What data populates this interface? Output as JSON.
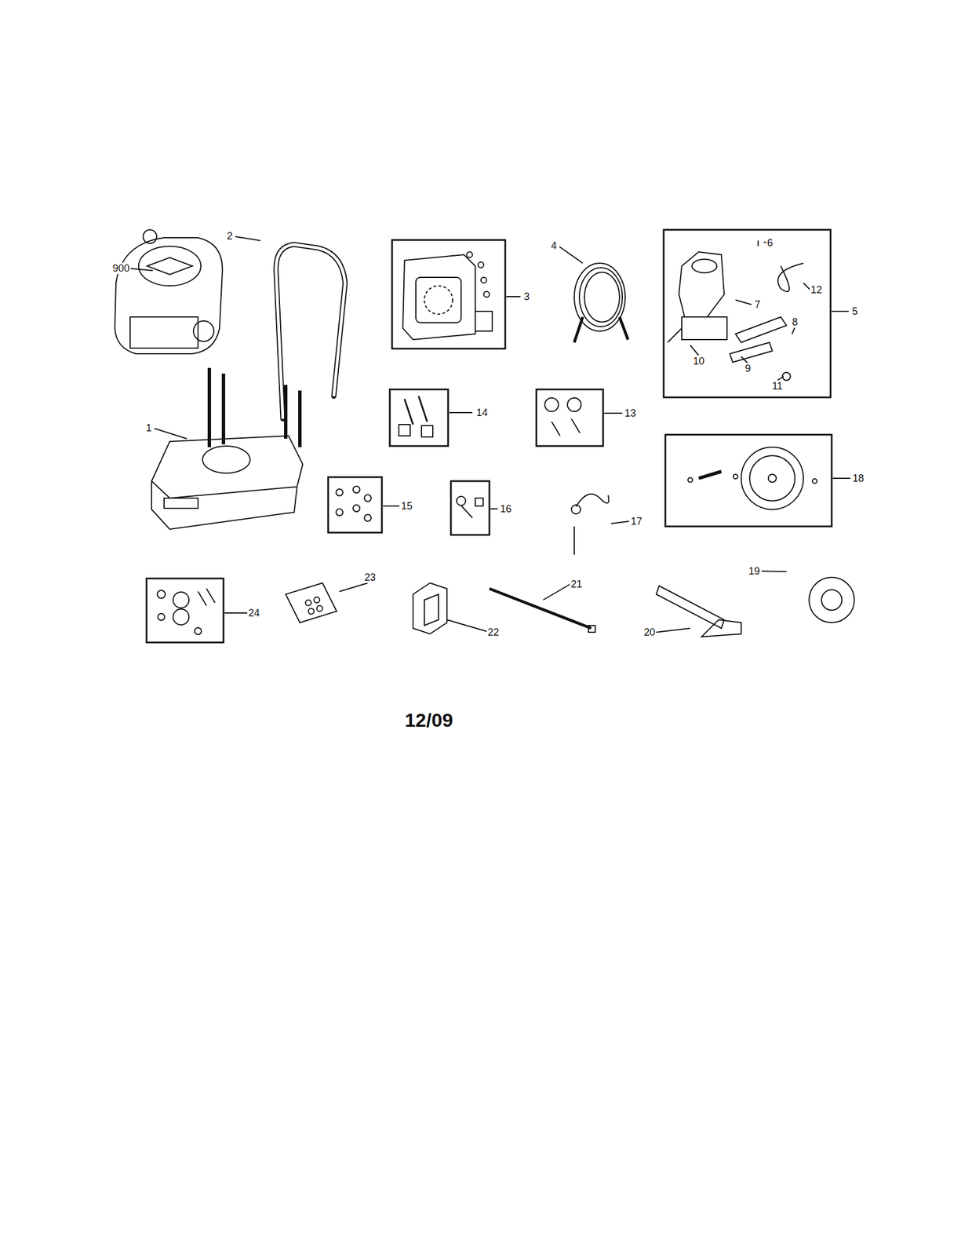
{
  "diagram": {
    "labels": [
      "900",
      "2",
      "1",
      "3",
      "4",
      "6",
      "12",
      "7",
      "5",
      "8",
      "9",
      "10",
      "11",
      "14",
      "13",
      "15",
      "16",
      "17",
      "18",
      "19",
      "23",
      "21",
      "22",
      "24",
      "20",
      "12/09"
    ]
  }
}
